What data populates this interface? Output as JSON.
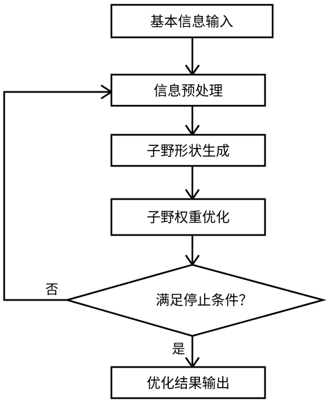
{
  "nodes": {
    "input": "基本信息输入",
    "preprocess": "信息预处理",
    "shape": "子野形状生成",
    "weight": "子野权重优化",
    "decision": "满足停止条件？",
    "output": "优化结果输出"
  },
  "edges": {
    "no": "否",
    "yes": "是"
  }
}
